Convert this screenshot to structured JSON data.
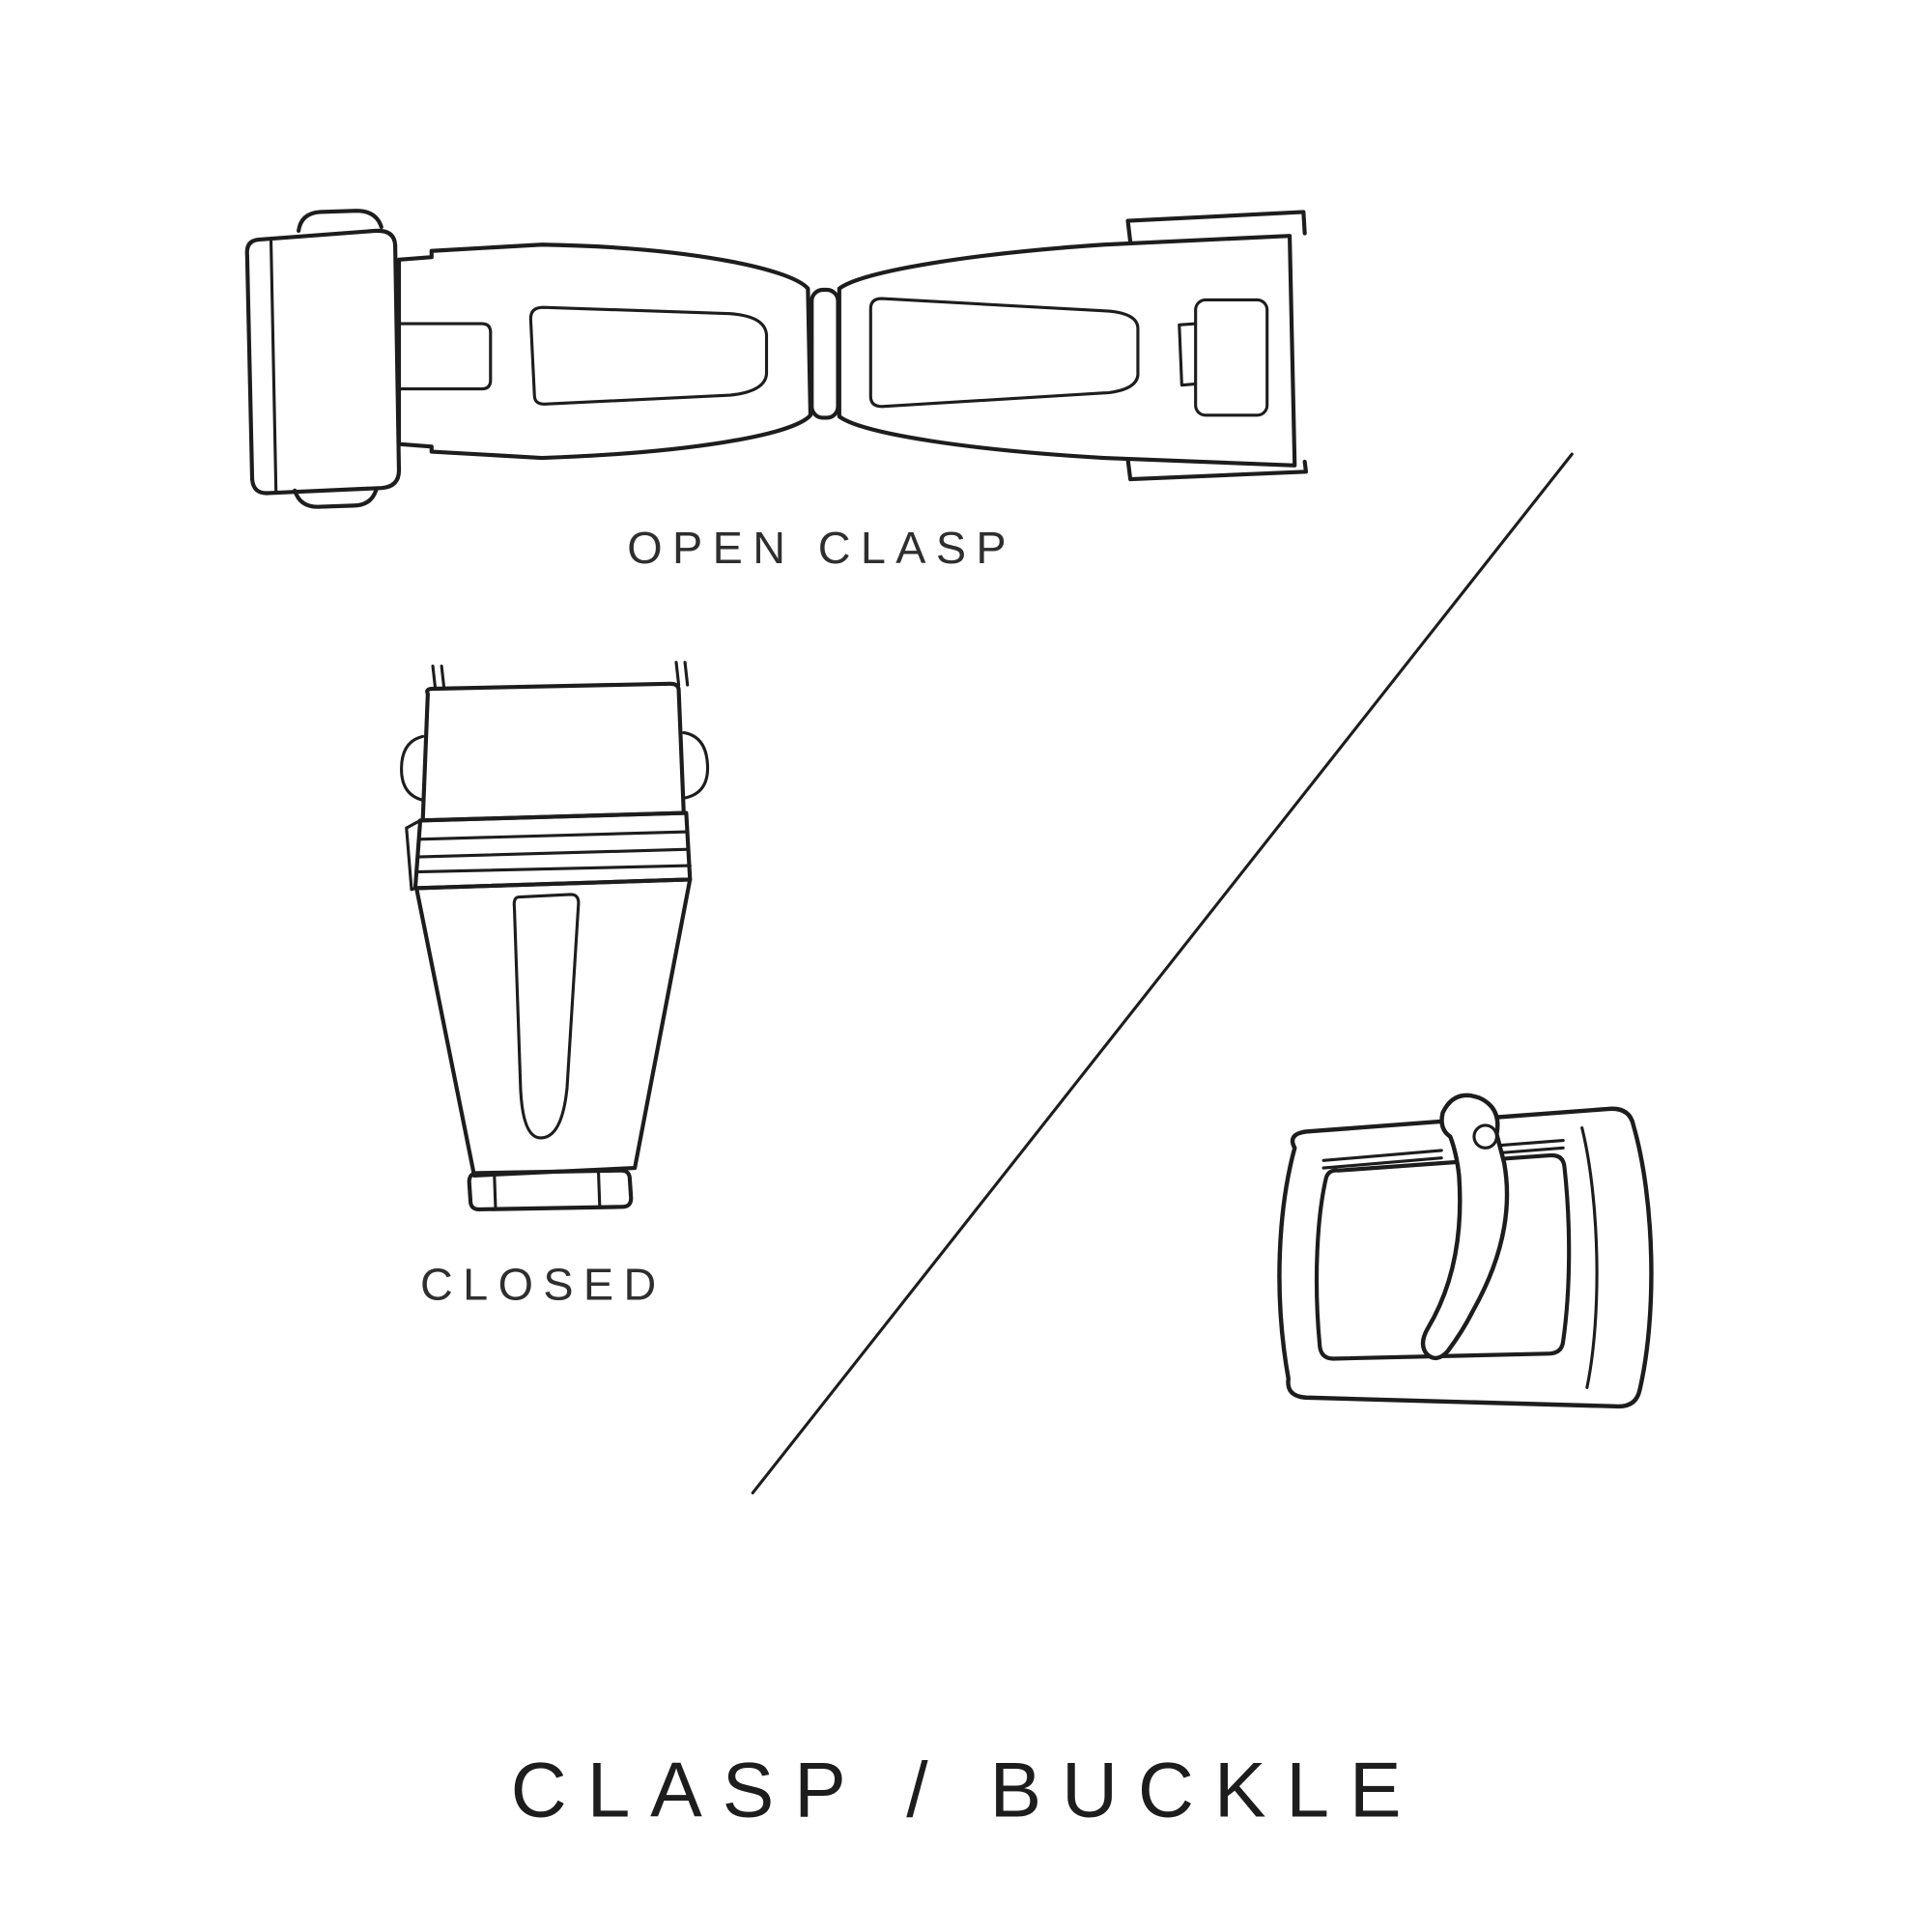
{
  "diagram": {
    "title": "CLASP / BUCKLE",
    "colors": {
      "background": "#ffffff",
      "line": "#1d1d1d",
      "label_text": "#2e2e2e"
    },
    "illustrations": {
      "open_clasp": {
        "label": "OPEN CLASP"
      },
      "closed_clasp": {
        "label": "CLOSED"
      },
      "buckle": {
        "label": ""
      }
    }
  }
}
